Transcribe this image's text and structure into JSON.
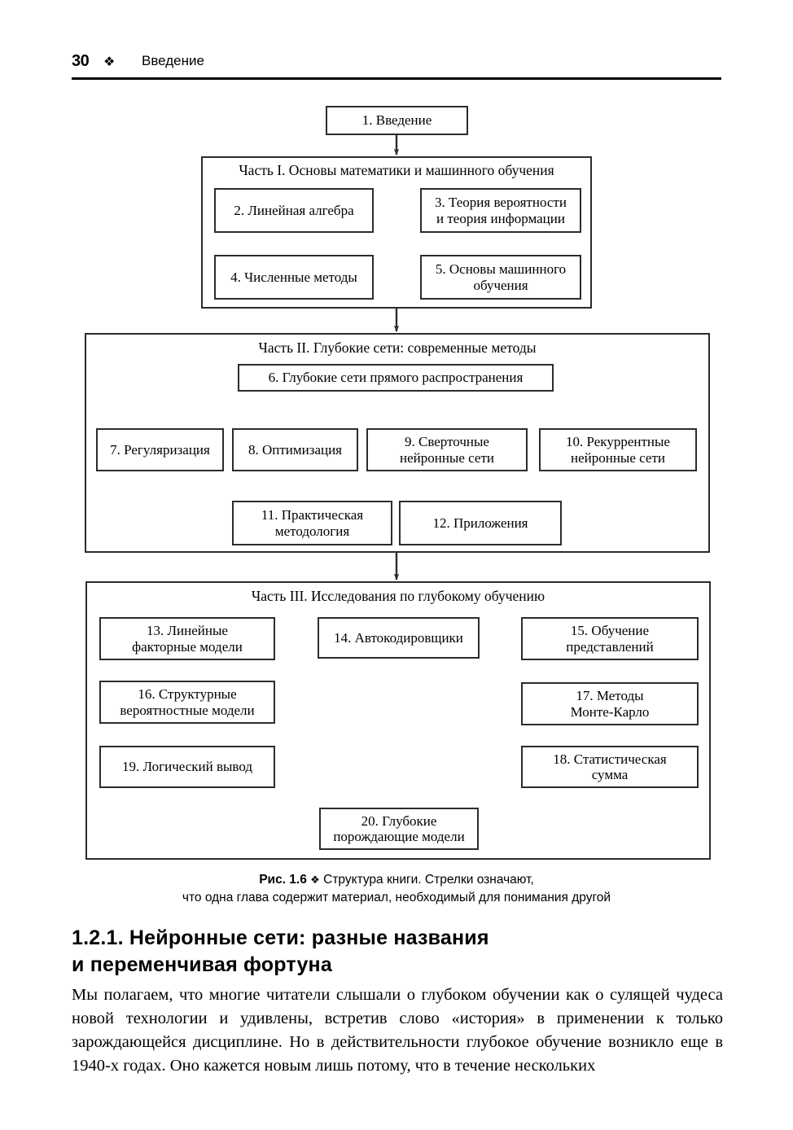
{
  "running_head": {
    "page_number": "30",
    "ornament": "❖",
    "title": "Введение"
  },
  "figure": {
    "root_box": "1. Введение",
    "parts": [
      {
        "title": "Часть I. Основы математики и машинного обучения",
        "boxes": [
          "2. Линейная алгебра",
          "3. Теория вероятности и теория информации",
          "4. Численные методы",
          "5. Основы машинного обучения"
        ]
      },
      {
        "title": "Часть II. Глубокие сети: современные методы",
        "boxes": [
          "6. Глубокие сети прямого распространения",
          "7. Регуляризация",
          "8. Оптимизация",
          "9. Сверточные нейронные сети",
          "10. Рекуррентные нейронные сети",
          "11. Практическая методология",
          "12. Приложения"
        ]
      },
      {
        "title": "Часть III. Исследования по глубокому обучению",
        "boxes": [
          "13. Линейные факторные модели",
          "14. Автокодировщики",
          "15. Обучение представлений",
          "16. Структурные вероятностные модели",
          "17. Методы Монте-Карло",
          "18. Статистическая сумма",
          "19. Логический вывод",
          "20. Глубокие порождающие модели"
        ]
      }
    ],
    "box_lines": {
      "b1": [
        "1. Введение"
      ],
      "b2": [
        "2. Линейная алгебра"
      ],
      "b3": [
        "3. Теория вероятности",
        "и теория информации"
      ],
      "b4": [
        "4. Численные методы"
      ],
      "b5": [
        "5. Основы машинного",
        "обучения"
      ],
      "b6": [
        "6. Глубокие сети прямого распространения"
      ],
      "b7": [
        "7. Регуляризация"
      ],
      "b8": [
        "8. Оптимизация"
      ],
      "b9": [
        "9. Сверточные",
        "нейронные сети"
      ],
      "b10": [
        "10. Рекуррентные",
        "нейронные сети"
      ],
      "b11": [
        "11. Практическая",
        "методология"
      ],
      "b12": [
        "12. Приложения"
      ],
      "b13": [
        "13. Линейные",
        "факторные модели"
      ],
      "b14": [
        "14. Автокодировщики"
      ],
      "b15": [
        "15. Обучение",
        "представлений"
      ],
      "b16": [
        "16. Структурные",
        "вероятностные модели"
      ],
      "b17": [
        "17. Методы",
        "Монте-Карло"
      ],
      "b18": [
        "18. Статистическая",
        "сумма"
      ],
      "b19": [
        "19. Логический вывод"
      ],
      "b20": [
        "20. Глубокие",
        "порождающие модели"
      ]
    }
  },
  "caption": {
    "label": "Рис. 1.6",
    "ornament": "❖",
    "line1": "Структура книги. Стрелки означают,",
    "line2": "что одна глава содержит материал, необходимый для понимания другой"
  },
  "section": {
    "heading_line1": "1.2.1. Нейронные сети: разные  названия",
    "heading_line2": "и переменчивая  фортуна"
  },
  "paragraph": {
    "text": "Мы полагаем, что многие читатели слышали о глубоком обучении как о сулящей чудеса новой технологии и удивлены, встретив слово «история» в применении к только зарождающейся дисциплине. Но в действительности глубокое обучение возникло еще в 1940-х годах. Оно кажется новым лишь потому, что в течение нескольких"
  },
  "colors": {
    "ink": "#000000",
    "stroke": "#2c2c2c"
  }
}
